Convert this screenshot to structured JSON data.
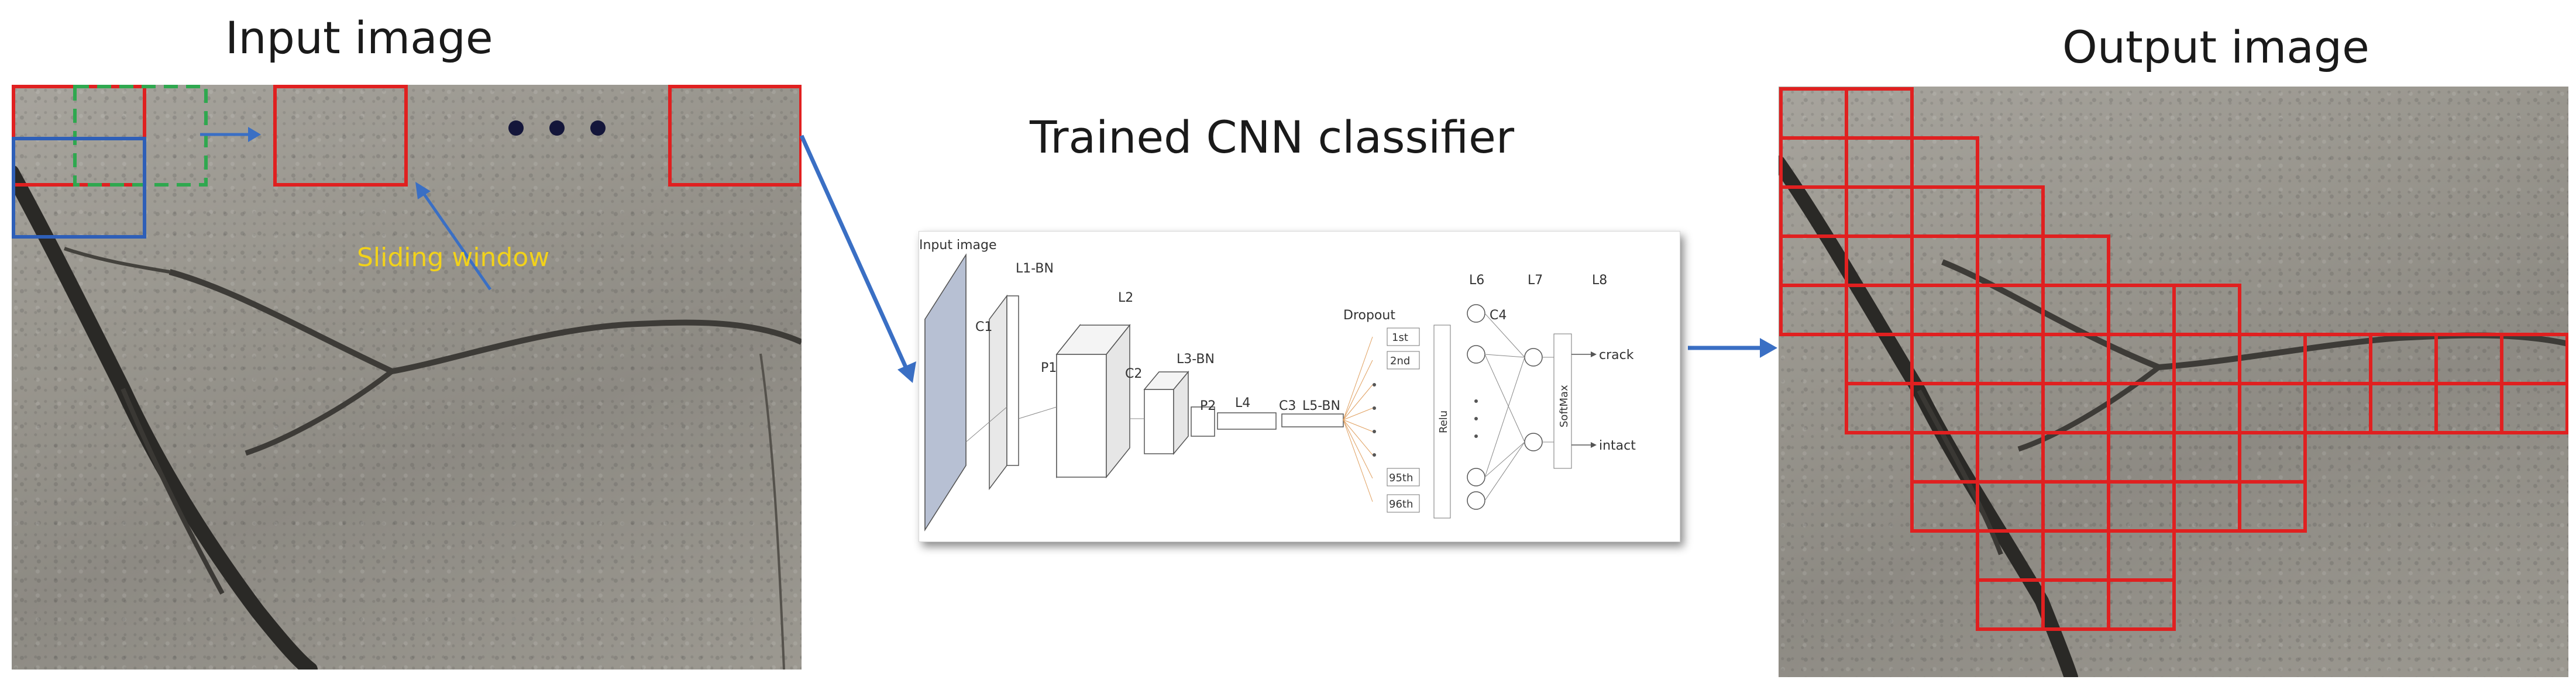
{
  "headings": {
    "input": "Input image",
    "classifier": "Trained CNN classifier",
    "output": "Output image"
  },
  "annotations": {
    "sliding_window": "Sliding window"
  },
  "cnn": {
    "input_label": "Input image",
    "layers": [
      "C1",
      "L1-BN",
      "P1",
      "L2",
      "C2",
      "L3-BN",
      "P2",
      "L4",
      "C3",
      "L5-BN"
    ],
    "dropout": "Dropout",
    "neurons": [
      "1st",
      "2nd",
      "95th",
      "96th"
    ],
    "relu": "Relu",
    "fc_layers": [
      "L6",
      "C4",
      "L7",
      "L8"
    ],
    "softmax": "SoftMax",
    "outputs": [
      "crack",
      "intact"
    ]
  },
  "colors": {
    "window_red": "#e02020",
    "window_blue": "#2e5fb8",
    "window_green": "#2fa84f",
    "arrow_blue": "#3a6fc4",
    "label_yellow": "#f2d21a"
  }
}
